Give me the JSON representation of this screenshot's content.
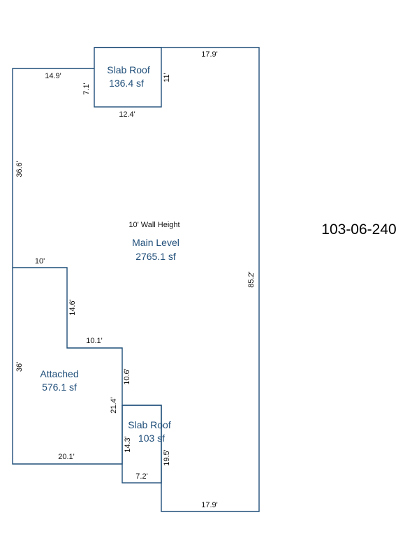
{
  "parcel_id": "103-06-240",
  "wall_height_note": "10' Wall Height",
  "colors": {
    "outline": "#1f4e79",
    "area_text": "#1f4e79",
    "dimension_text": "#111111"
  },
  "areas": {
    "main_level": {
      "name": "Main Level",
      "size": "2765.1 sf"
    },
    "attached": {
      "name": "Attached",
      "size": "576.1 sf"
    },
    "slab_roof_top": {
      "name": "Slab Roof",
      "size": "136.4 sf"
    },
    "slab_roof_bottom": {
      "name": "Slab Roof",
      "size": "103 sf"
    }
  },
  "dimensions": {
    "main_top_right": "17.9'",
    "main_top_left": "14.9'",
    "slab_top_left": "7.1'",
    "slab_top_right": "11'",
    "slab_top_bottom": "12.4'",
    "left_upper": "36.6'",
    "right_side": "85.2'",
    "attached_top": "10'",
    "attached_step_vertical": "14.6'",
    "attached_step_horizontal": "10.1'",
    "attached_left": "36'",
    "main_step_vertical": "10.6'",
    "attached_right": "21.4'",
    "slab_bottom_left": "14.3'",
    "slab_bottom_right": "19.5'",
    "attached_bottom": "20.1'",
    "slab_bottom_bottom": "7.2'",
    "main_bottom": "17.9'"
  }
}
